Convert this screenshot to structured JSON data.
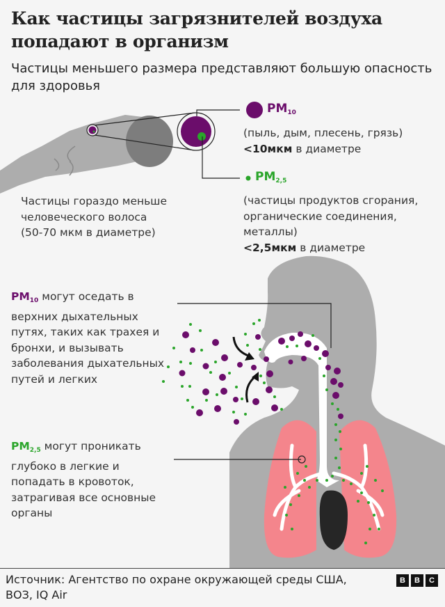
{
  "header": {
    "title": "Как частицы загрязнителей воздуха попадают в организм",
    "subtitle": "Частицы меньшего размера представляют большую опасность для здоровья"
  },
  "hair_caption": "Частицы гораздо меньше человеческого волоса (50-70 мкм в диаметре)",
  "legend": {
    "pm10": {
      "label": "PM",
      "sub": "10",
      "desc": "(пыль, дым, плесень, грязь)",
      "size_bold": "<10мкм",
      "size_rest": " в диаметре",
      "color": "#6b0d6b"
    },
    "pm25": {
      "label": "PM",
      "sub": "2,5",
      "desc": "(частицы продуктов сгорания, органические соединения, металлы)",
      "size_bold": "<2,5мкм",
      "size_rest": " в диаметре",
      "color": "#2aa52a"
    }
  },
  "annotations": {
    "pm10_note": {
      "label": "PM",
      "sub": "10",
      "text": " могут оседать в верхних дыхательных путях, таких как трахея и бронхи, и вызывать заболевания дыхательных путей и легких"
    },
    "pm25_note": {
      "label": "PM",
      "sub": "2,5",
      "text": " могут проникать глубоко в легкие и попадать в кровоток, затрагивая все основные органы"
    }
  },
  "colors": {
    "background": "#f5f5f5",
    "silhouette": "#adadad",
    "lungs": "#f4858c",
    "heart": "#262626",
    "pm10": "#6b0d6b",
    "pm25": "#2aa52a"
  },
  "footer": {
    "source": "Источник: Агентство по охране окружающей среды США, ВОЗ, IQ Air",
    "logo": [
      "B",
      "B",
      "C"
    ]
  }
}
